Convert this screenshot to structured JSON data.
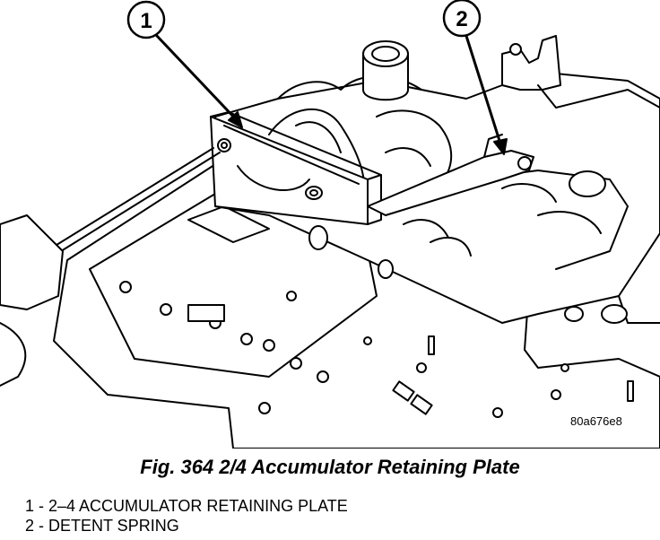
{
  "figure": {
    "caption": "Fig. 364 2/4 Accumulator Retaining Plate",
    "image_code": "80a676e8"
  },
  "callouts": [
    {
      "number": "1"
    },
    {
      "number": "2"
    }
  ],
  "legend": [
    {
      "text": "1 - 2–4 ACCUMULATOR RETAINING PLATE"
    },
    {
      "text": "2 - DETENT SPRING"
    }
  ]
}
